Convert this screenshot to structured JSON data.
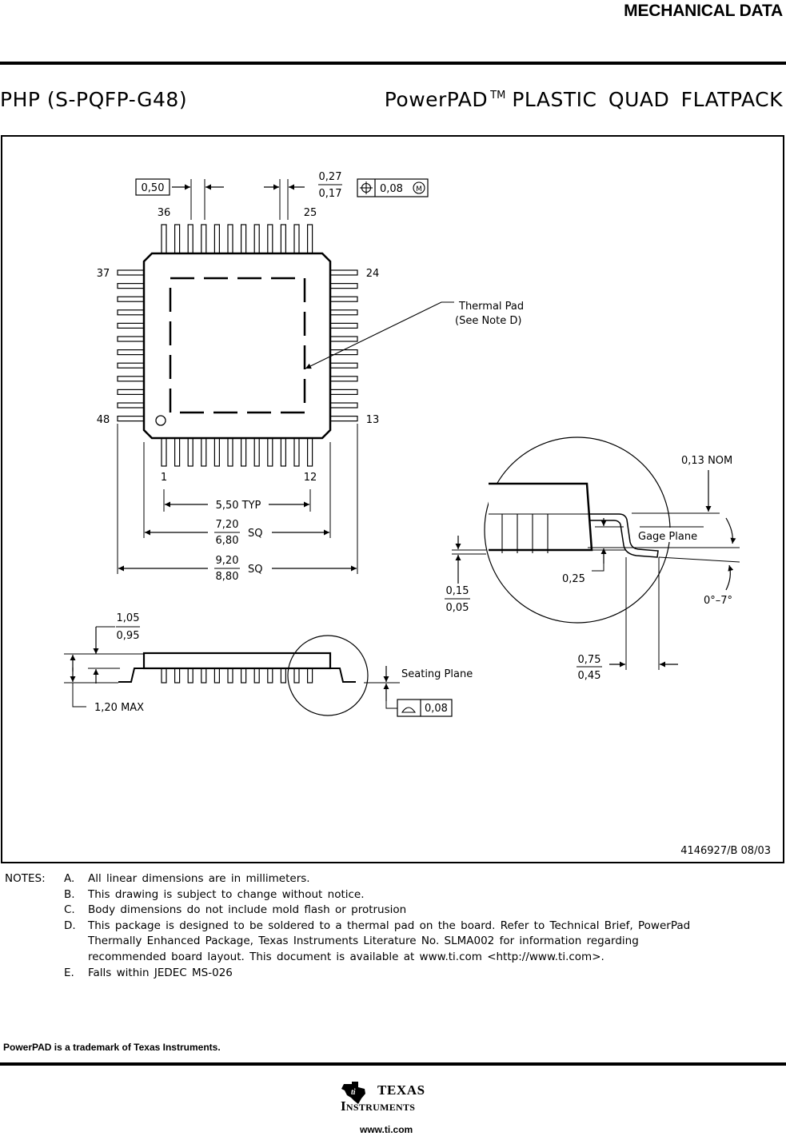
{
  "header": {
    "section_title": "MECHANICAL DATA",
    "package_code": "PHP (S-PQFP-G48)",
    "package_name": "PowerPAD",
    "trademark_symbol": "TM",
    "package_desc": "PLASTIC QUAD FLATPACK"
  },
  "drawing": {
    "pitch": "0,50",
    "lead_width_max": "0,27",
    "lead_width_min": "0,17",
    "position_tol": "0,08",
    "modifier": "M",
    "pins": {
      "p36": "36",
      "p25": "25",
      "p37": "37",
      "p24": "24",
      "p48": "48",
      "p13": "13",
      "p1": "1",
      "p12": "12"
    },
    "thermal_pad_label": "Thermal Pad",
    "thermal_pad_note": "(See Note D)",
    "span_typ": "5,50 TYP",
    "body_max": "7,20",
    "body_min": "6,80",
    "lead_span_max": "9,20",
    "lead_span_min": "8,80",
    "sq": "SQ",
    "height_max": "1,05",
    "height_min": "0,95",
    "overall_height": "1,20 MAX",
    "seating_plane": "Seating Plane",
    "coplanarity": "0,08",
    "lead_thk": "0,13 NOM",
    "gage_plane": "Gage Plane",
    "standoff_max": "0,15",
    "standoff_min": "0,05",
    "gage_dist": "0,25",
    "angle": "0°–7°",
    "foot_max": "0,75",
    "foot_min": "0,45",
    "doc_number": "4146927/B 08/03"
  },
  "notes": {
    "heading": "NOTES:",
    "items": [
      {
        "letter": "A.",
        "text": "All linear dimensions are in millimeters."
      },
      {
        "letter": "B.",
        "text": "This drawing is subject to change without notice."
      },
      {
        "letter": "C.",
        "text": "Body dimensions do not include mold flash or protrusion"
      },
      {
        "letter": "D.",
        "text": "This package is designed to be soldered to a thermal pad on the board.  Refer to Technical Brief, PowerPad"
      },
      {
        "letter": "",
        "text": "Thermally Enhanced Package, Texas Instruments Literature No. SLMA002 for information regarding"
      },
      {
        "letter": "",
        "text": "recommended board layout.  This document is available at www.ti.com <http://www.ti.com>."
      },
      {
        "letter": "E.",
        "text": "Falls within JEDEC MS-026"
      }
    ]
  },
  "footer": {
    "trademark_note": "PowerPAD is a trademark of Texas Instruments.",
    "brand_line1": "Texas",
    "brand_line2": "Instruments",
    "url": "www.ti.com"
  }
}
